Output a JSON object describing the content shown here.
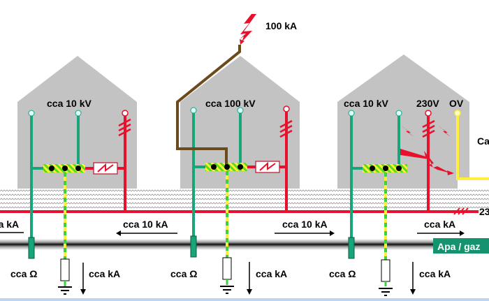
{
  "title": "Lightning surge distribution between three buildings",
  "colors": {
    "house": "#c3c3c3",
    "earth_conductor": "#17a57a",
    "phase_conductor": "#e8112d",
    "pe_yellow": "#ffef3a",
    "pe_green": "#3cd23c",
    "downconductor": "#6b4a1b",
    "lightning": "#e8112d",
    "pipe_label_bg": "#14936e",
    "bottom_band": "#bcd6f0"
  },
  "strike": {
    "label": "100 kA"
  },
  "houses": [
    {
      "id": "left",
      "voltage_label": "cca 10 kV",
      "resistance_label": "cca Ω",
      "earth_current_label": "cca kA"
    },
    {
      "id": "middle",
      "voltage_label": "cca 100 kV",
      "resistance_label": "cca Ω",
      "earth_current_label": "cca kA"
    },
    {
      "id": "right",
      "voltage_label": "cca 10 kV",
      "extra_labels": [
        "230V",
        "OV"
      ],
      "resistance_label": "cca Ω",
      "earth_current_label": "cca kA"
    }
  ],
  "line_currents": [
    {
      "label": "cca kA",
      "direction": "left"
    },
    {
      "label": "cca 10 kA",
      "direction": "left"
    },
    {
      "label": "cca 10 kA",
      "direction": "right"
    },
    {
      "label": "cca kA",
      "direction": "right"
    }
  ],
  "edge_labels": {
    "right_cable": "Ca",
    "supply_voltage": "23"
  },
  "pipe": {
    "label": "Apa / gaz"
  },
  "icons": [
    "lightning-bolt-icon",
    "surge-arrester-icon",
    "ground-symbol-icon",
    "earth-electrode-icon",
    "resistor-icon",
    "terminal-node-icon",
    "spark-icon"
  ]
}
